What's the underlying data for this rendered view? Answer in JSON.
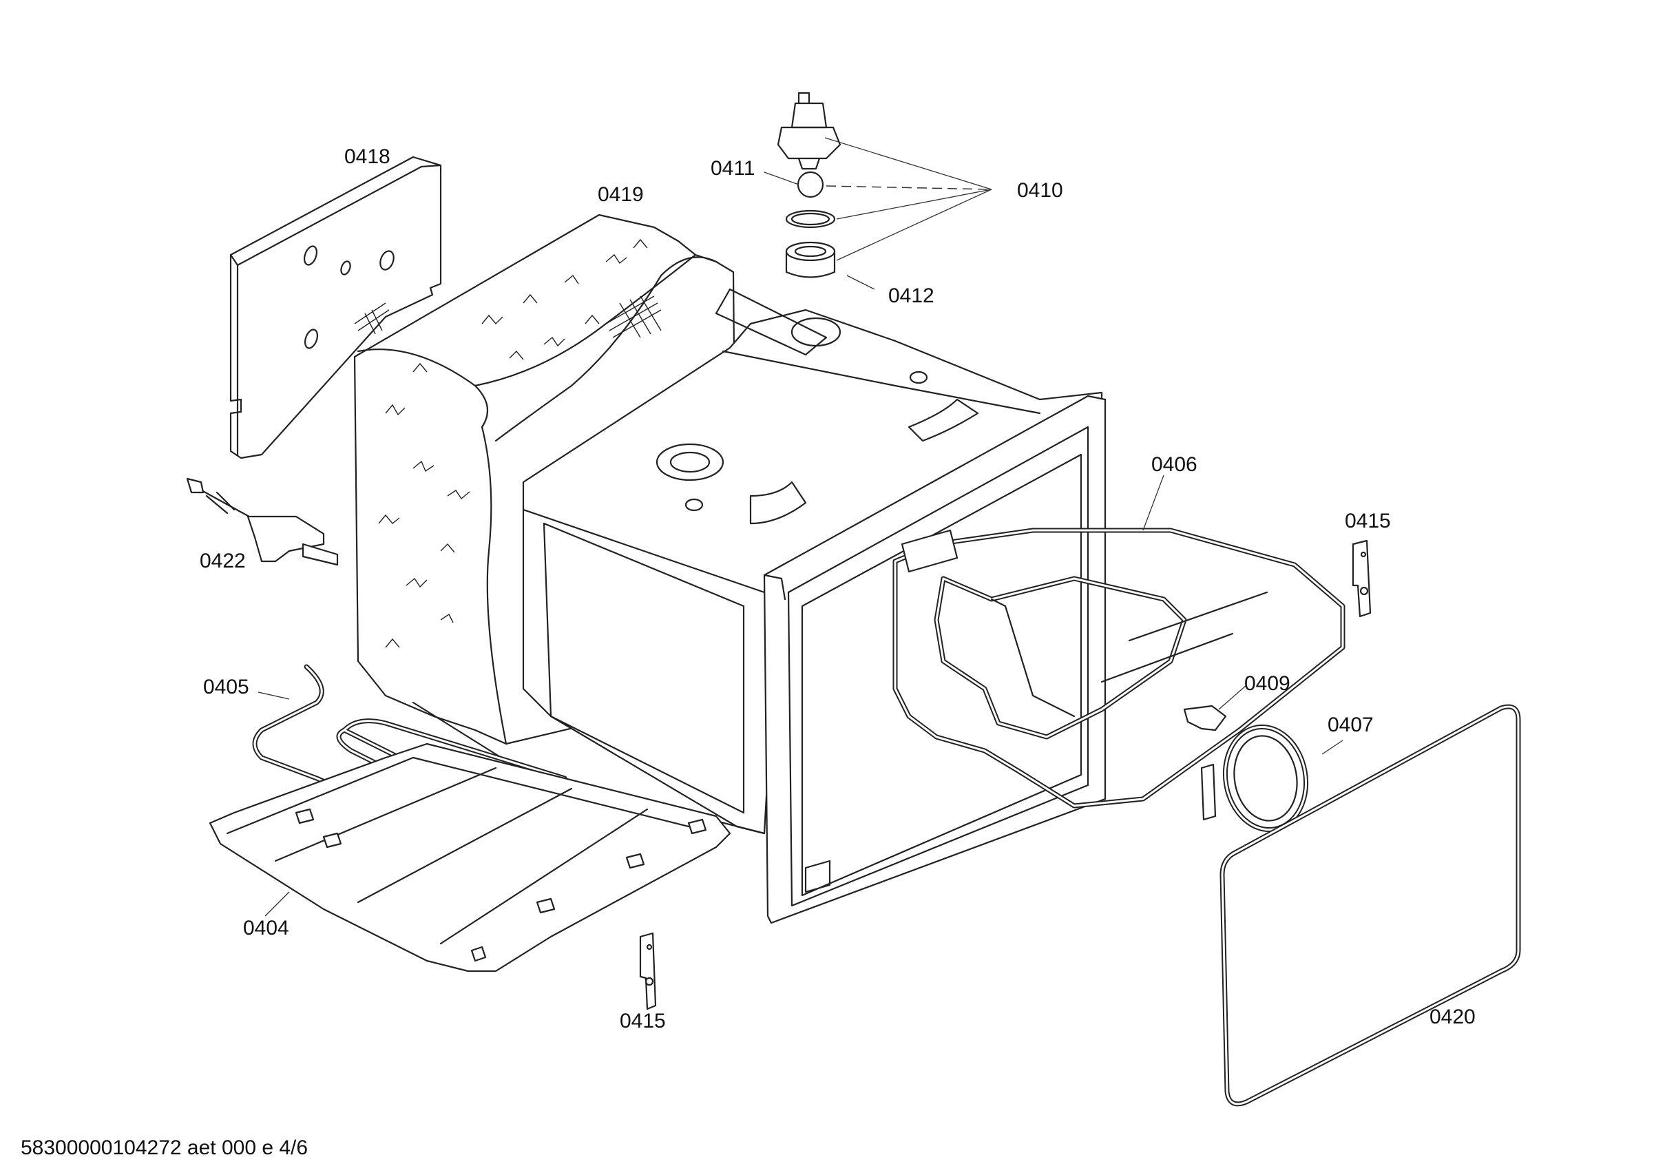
{
  "diagram": {
    "labels": {
      "p0418": "0418",
      "p0419": "0419",
      "p0411": "0411",
      "p0410": "0410",
      "p0412": "0412",
      "p0406": "0406",
      "p0415_right": "0415",
      "p0422": "0422",
      "p0405": "0405",
      "p0409": "0409",
      "p0407": "0407",
      "p0404": "0404",
      "p0415_bottom": "0415",
      "p0420": "0420"
    },
    "footer": "58300000104272 aet 000 e 4/6"
  }
}
